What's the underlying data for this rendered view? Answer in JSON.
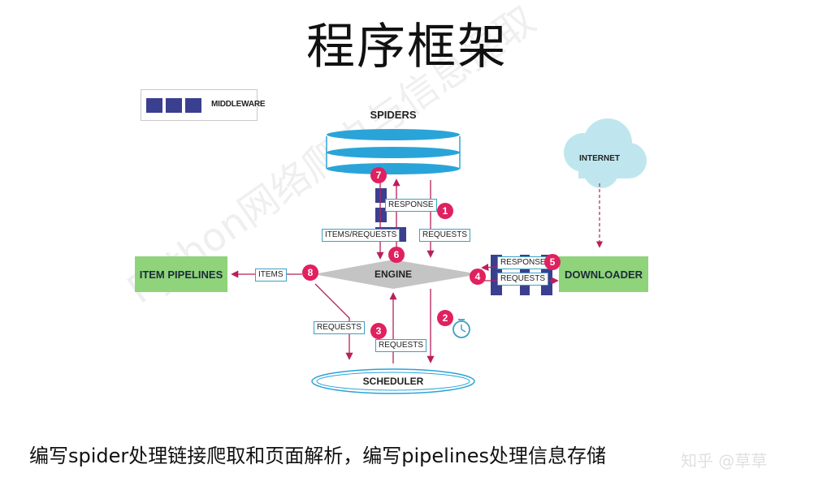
{
  "title": "程序框架",
  "caption": "编写spider处理链接爬取和页面解析，编写pipelines处理信息存储",
  "legend": {
    "label": "MIDDLEWARE"
  },
  "components": {
    "spiders": "SPIDERS",
    "internet": "INTERNET",
    "engine": "ENGINE",
    "item_pipelines": "ITEM PIPELINES",
    "downloader": "DOWNLOADER",
    "scheduler": "SCHEDULER"
  },
  "tags": {
    "response_spider": "RESPONSE",
    "items_requests": "ITEMS/REQUESTS",
    "requests_spider": "REQUESTS",
    "items": "ITEMS",
    "response_downloader": "RESPONSE",
    "requests_downloader": "REQUESTS",
    "requests_left": "REQUESTS",
    "requests_scheduler": "REQUESTS"
  },
  "steps": [
    "1",
    "2",
    "3",
    "4",
    "5",
    "6",
    "7",
    "8"
  ],
  "watermark": {
    "diagonal": "Python网络爬虫与信息提取",
    "corner": "知乎 @草草"
  },
  "colors": {
    "accent": "#e0215f",
    "middleware": "#3a3f8f",
    "spider_blue": "#2aa4d8",
    "green_box": "#8fd37a",
    "engine_gray": "#c4c4c4",
    "cloud": "#bfe6ee",
    "tag_border": "#3ea0c4"
  }
}
